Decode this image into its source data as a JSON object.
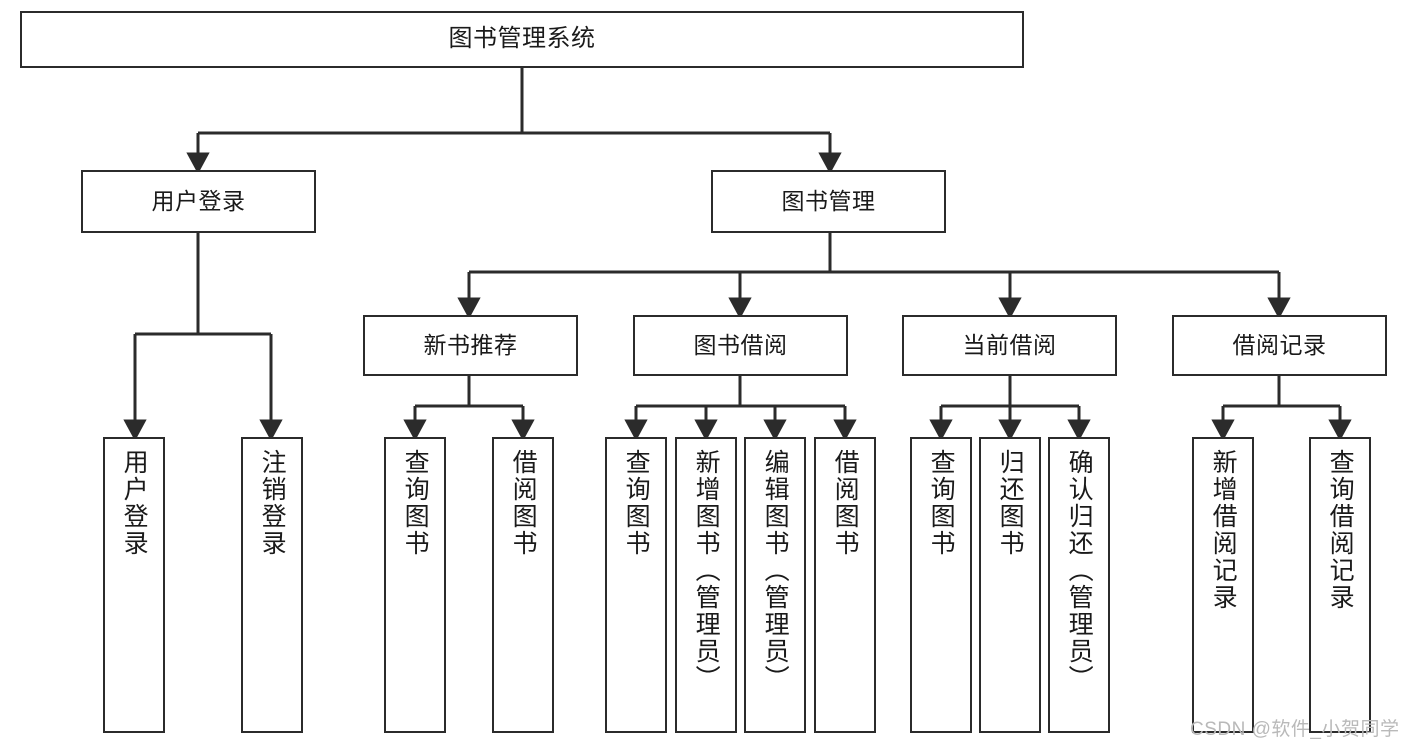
{
  "diagram": {
    "type": "tree-hierarchy",
    "title": "图书管理系统",
    "orientation": "top-down",
    "colors": {
      "box_border": "#2b2b2b",
      "box_fill": "#ffffff",
      "edge": "#2b2b2b",
      "text": "#1a1a1a",
      "watermark": "#b9b9b9",
      "background": "#ffffff"
    },
    "nodes": {
      "root": {
        "label": "图书管理系统",
        "level": 0
      },
      "level1": [
        {
          "id": "user-login",
          "label": "用户登录"
        },
        {
          "id": "book-manage",
          "label": "图书管理"
        }
      ],
      "level2": [
        {
          "id": "new-book-recommend",
          "label": "新书推荐",
          "parent": "book-manage"
        },
        {
          "id": "book-borrow",
          "label": "图书借阅",
          "parent": "book-manage"
        },
        {
          "id": "current-borrow",
          "label": "当前借阅",
          "parent": "book-manage"
        },
        {
          "id": "borrow-record",
          "label": "借阅记录",
          "parent": "book-manage"
        }
      ],
      "leaves": [
        {
          "id": "leaf-user-login",
          "label": "用户登录",
          "parent": "user-login"
        },
        {
          "id": "leaf-logout-login",
          "label": "注销登录",
          "parent": "user-login"
        },
        {
          "id": "leaf-query-book-1",
          "label": "查询图书",
          "parent": "new-book-recommend"
        },
        {
          "id": "leaf-borrow-book-1",
          "label": "借阅图书",
          "parent": "new-book-recommend"
        },
        {
          "id": "leaf-query-book-2",
          "label": "查询图书",
          "parent": "book-borrow"
        },
        {
          "id": "leaf-add-book",
          "label": "新增图书（管理员）",
          "parent": "book-borrow"
        },
        {
          "id": "leaf-edit-book",
          "label": "编辑图书（管理员）",
          "parent": "book-borrow"
        },
        {
          "id": "leaf-borrow-book-2",
          "label": "借阅图书",
          "parent": "book-borrow"
        },
        {
          "id": "leaf-query-book-3",
          "label": "查询图书",
          "parent": "current-borrow"
        },
        {
          "id": "leaf-return-book",
          "label": "归还图书",
          "parent": "current-borrow"
        },
        {
          "id": "leaf-confirm-return",
          "label": "确认归还（管理员）",
          "parent": "current-borrow"
        },
        {
          "id": "leaf-add-record",
          "label": "新增借阅记录",
          "parent": "borrow-record"
        },
        {
          "id": "leaf-query-record",
          "label": "查询借阅记录",
          "parent": "borrow-record"
        }
      ]
    },
    "watermark": "CSDN @软件_小贺同学"
  }
}
